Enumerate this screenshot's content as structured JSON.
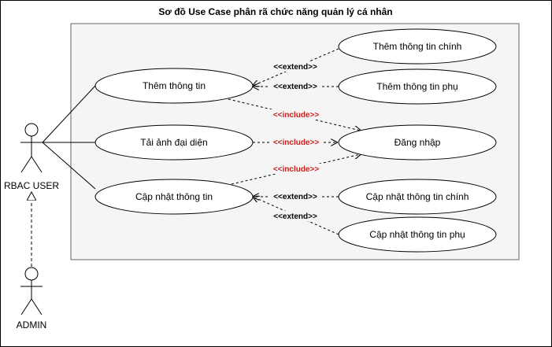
{
  "title": "Sơ đồ Use Case phân rã chức năng quản lý cá nhân",
  "actors": {
    "rbac_user": "RBAC USER",
    "admin": "ADMIN"
  },
  "use_cases": {
    "them_thong_tin": "Thêm thông tin",
    "tai_anh": "Tải ảnh đại diện",
    "cap_nhat": "Cập nhật thông tin",
    "them_chinh": "Thêm thông tin chính",
    "them_phu": "Thêm thông tin phụ",
    "dang_nhap": "Đăng nhập",
    "cap_nhat_chinh": "Cập nhật thông tin chính",
    "cap_nhat_phu": "Cập nhật thông tin phụ"
  },
  "relations": {
    "extend": "<<extend>>",
    "include": "<<include>>"
  },
  "colors": {
    "include_text": "#c9211e",
    "extend_text": "#000000",
    "system_fill": "#f5f5f5",
    "system_stroke": "#666666"
  }
}
